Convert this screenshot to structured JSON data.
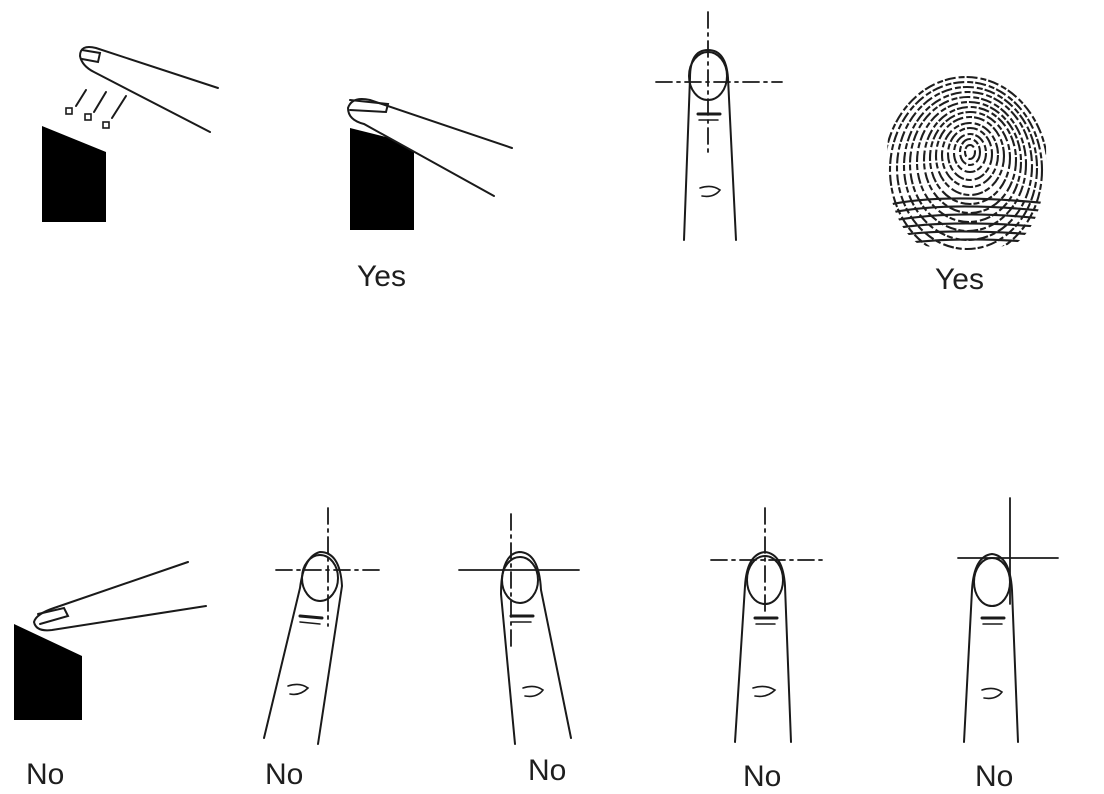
{
  "labels": {
    "top_placement": "Yes",
    "top_fingerprint": "Yes",
    "bottom_flat_placement": "No",
    "bottom_offset_right": "No",
    "bottom_offset_left": "No",
    "bottom_too_low": "No",
    "bottom_offset_up_left": "No"
  },
  "colors": {
    "ink": "#1a1a1a",
    "label": "#1e1e1e"
  }
}
